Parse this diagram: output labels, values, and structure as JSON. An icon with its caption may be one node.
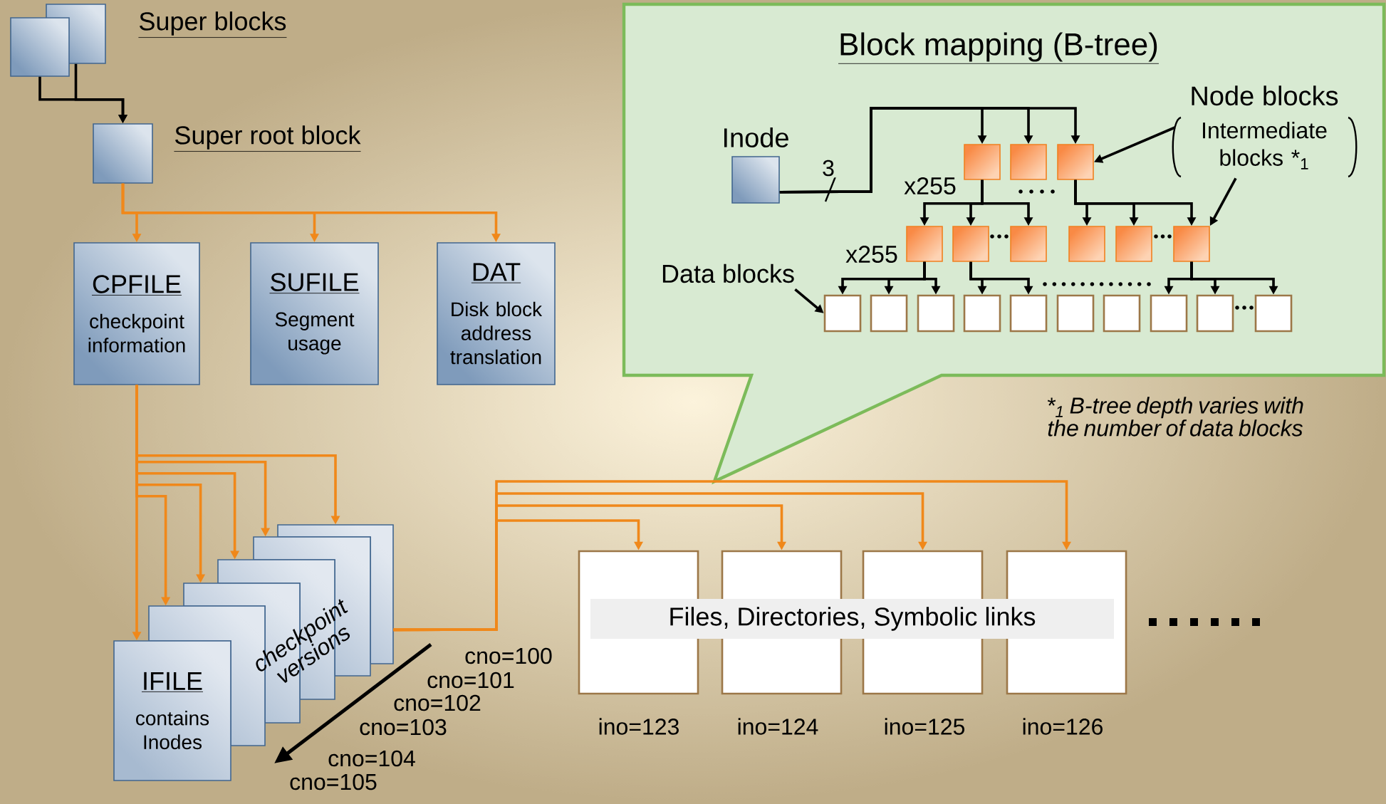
{
  "diagram": {
    "nodes": [
      {
        "text": [],
        "shape": "box"
      },
      {
        "text": [],
        "shape": "box",
        "beside": [
          "Super blocks"
        ]
      },
      {
        "text": [],
        "shape": "box",
        "beside": [
          "Super root block"
        ]
      },
      {
        "text": [
          "CPFILE",
          "checkpoint information"
        ]
      },
      {
        "text": [
          "SUFILE",
          "Segment usage"
        ]
      },
      {
        "text": [
          "DAT",
          "Disk block address translation"
        ]
      },
      {
        "text": [
          "Block mapping (B-tree)"
        ]
      },
      {
        "text": [
          "Node blocks",
          "Intermediate blocks *$_{1}$"
        ],
        "in": 6
      },
      {
        "text": [],
        "shape": "box",
        "beside": [
          "Inode"
        ],
        "in": 6
      },
      {
        "text": [],
        "shape": "box",
        "in": 6
      },
      {
        "text": [],
        "shape": "box",
        "in": 6
      },
      {
        "text": [],
        "shape": "box",
        "in": 6
      },
      {
        "text": [],
        "shape": "box",
        "in": 6
      },
      {
        "text": [],
        "shape": "box",
        "in": 6
      },
      {
        "text": [],
        "shape": "box",
        "in": 6
      },
      {
        "text": [],
        "shape": "box",
        "in": 6
      },
      {
        "text": [],
        "shape": "box",
        "in": 6
      },
      {
        "text": [],
        "shape": "box",
        "in": 6
      },
      {
        "text": [
          "Data blocks"
        ],
        "in": 6
      },
      {
        "text": [],
        "shape": "box",
        "in": 6
      },
      {
        "text": [],
        "shape": "box",
        "in": 6
      },
      {
        "text": [],
        "shape": "box",
        "in": 6
      },
      {
        "text": [],
        "shape": "box",
        "in": 6
      },
      {
        "text": [],
        "shape": "box",
        "in": 6
      },
      {
        "text": [],
        "shape": "box",
        "in": 6
      },
      {
        "text": [],
        "shape": "box",
        "in": 6
      },
      {
        "text": [],
        "shape": "box",
        "in": 6
      },
      {
        "text": [],
        "shape": "box",
        "in": 6
      },
      {
        "text": [],
        "shape": "box",
        "in": 6
      },
      {
        "text": [],
        "shape": "box"
      },
      {
        "text": [],
        "shape": "box"
      },
      {
        "text": [],
        "shape": "box"
      },
      {
        "text": [],
        "shape": "box"
      },
      {
        "text": [],
        "shape": "box"
      },
      {
        "text": [
          "IFILE",
          "contains Inodes"
        ]
      },
      {
        "text": [],
        "shape": "box",
        "beside": [
          "ino=123"
        ]
      },
      {
        "text": [],
        "shape": "box",
        "beside": [
          "ino=124"
        ]
      },
      {
        "text": [],
        "shape": "box",
        "beside": [
          "ino=125"
        ]
      },
      {
        "text": [],
        "shape": "box",
        "beside": [
          "ino=126"
        ]
      },
      {
        "text": [
          "Files, Directories, Symbolic links"
        ]
      }
    ],
    "edges": [
      {
        "from": 0,
        "to": 2,
        "arrow": "to"
      },
      {
        "from": 1,
        "to": 2,
        "arrow": "to"
      },
      {
        "from": 2,
        "to": 3,
        "arrow": "to",
        "color": "#f0881a"
      },
      {
        "from": 2,
        "to": 4,
        "arrow": "to",
        "color": "#f0881a"
      },
      {
        "from": 2,
        "to": 5,
        "arrow": "to",
        "color": "#f0881a"
      },
      {
        "from": 3,
        "to": 29,
        "arrow": "to",
        "color": "#f0881a"
      },
      {
        "from": 3,
        "to": 30,
        "arrow": "to",
        "color": "#f0881a"
      },
      {
        "from": 3,
        "to": 31,
        "arrow": "to",
        "color": "#f0881a"
      },
      {
        "from": 3,
        "to": 32,
        "arrow": "to",
        "color": "#f0881a"
      },
      {
        "from": 3,
        "to": 33,
        "arrow": "to",
        "color": "#f0881a"
      },
      {
        "from": 3,
        "to": 34,
        "arrow": "to",
        "color": "#f0881a"
      },
      {
        "from": 29,
        "to": 35,
        "arrow": "to",
        "color": "#f0881a"
      },
      {
        "from": 29,
        "to": 36,
        "arrow": "to",
        "color": "#f0881a"
      },
      {
        "from": 29,
        "to": 37,
        "arrow": "to",
        "color": "#f0881a"
      },
      {
        "from": 29,
        "to": 38,
        "arrow": "to",
        "color": "#f0881a"
      },
      {
        "from": 8,
        "to": 9,
        "arrow": "to",
        "label": "3"
      },
      {
        "from": 8,
        "to": 10,
        "arrow": "to"
      },
      {
        "from": 8,
        "to": 11,
        "arrow": "to"
      },
      {
        "from": 9,
        "to": 12,
        "arrow": "to"
      },
      {
        "from": 9,
        "to": 13,
        "arrow": "to"
      },
      {
        "from": 9,
        "to": 14,
        "arrow": "to"
      },
      {
        "from": 11,
        "to": 15,
        "arrow": "to"
      },
      {
        "from": 11,
        "to": 16,
        "arrow": "to"
      },
      {
        "from": 11,
        "to": 17,
        "arrow": "to"
      },
      {
        "from": 12,
        "to": 19,
        "arrow": "to"
      },
      {
        "from": 12,
        "to": 20,
        "arrow": "to"
      },
      {
        "from": 12,
        "to": 21,
        "arrow": "to"
      },
      {
        "from": 13,
        "to": 22,
        "arrow": "to"
      },
      {
        "from": 13,
        "to": 23,
        "arrow": "to"
      },
      {
        "from": 17,
        "to": 26,
        "arrow": "to"
      },
      {
        "from": 17,
        "to": 27,
        "arrow": "to"
      },
      {
        "from": 17,
        "to": 28,
        "arrow": "to"
      },
      {
        "from": 7,
        "to": 11,
        "arrow": "to"
      },
      {
        "from": 7,
        "to": 17,
        "arrow": "to"
      },
      {
        "from": 18,
        "to": 19,
        "arrow": "to"
      }
    ],
    "labels": [
      "x255",
      "x255",
      "checkpoint versions",
      "*$_{1}$ B-tree depth varies with the number of data blocks",
      "cno=100",
      "cno=101",
      "cno=102",
      "cno=103",
      "cno=104",
      "cno=105"
    ]
  }
}
